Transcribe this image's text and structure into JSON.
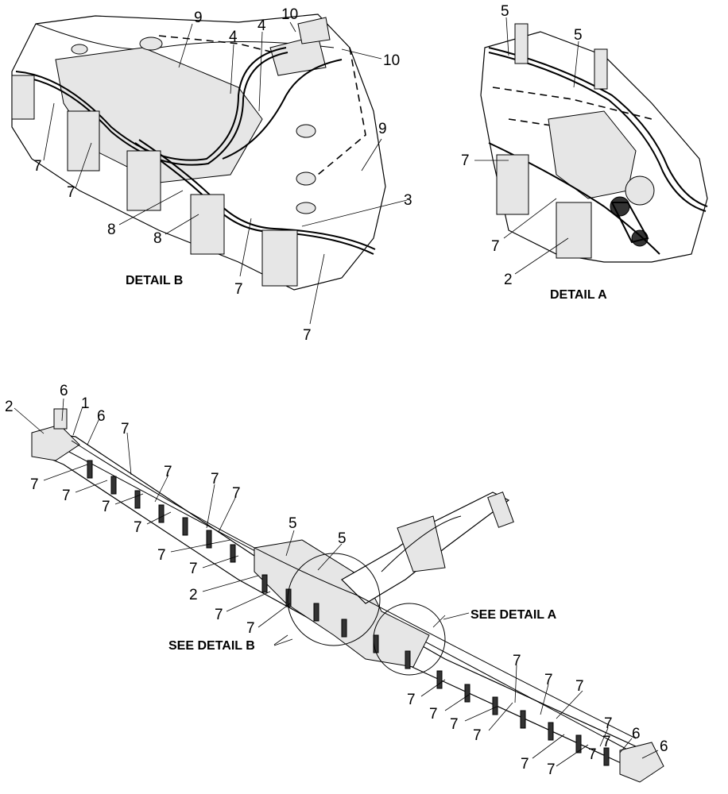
{
  "detail_b": {
    "caption": "DETAIL  B",
    "callouts": {
      "c9a": "9",
      "c4a": "4",
      "c4b": "4",
      "c10a": "10",
      "c10b": "10",
      "c9b": "9",
      "c3": "3",
      "c7a": "7",
      "c7b": "7",
      "c7c": "7",
      "c7d": "7",
      "c8a": "8",
      "c8b": "8"
    }
  },
  "detail_a": {
    "caption": "DETAIL  A",
    "callouts": {
      "c5a": "5",
      "c5b": "5",
      "c7a": "7",
      "c7b": "7",
      "c2": "2"
    }
  },
  "main_view": {
    "see_detail_a": "SEE DETAIL  A",
    "see_detail_b": "SEE DETAIL  B",
    "callouts": {
      "c6a": "6",
      "c2a": "2",
      "c1": "1",
      "c6b": "6",
      "c7_01": "7",
      "c7_02": "7",
      "c7_03": "7",
      "c7_04": "7",
      "c7_05": "7",
      "c7_06": "7",
      "c7_07": "7",
      "c7_08": "7",
      "c7_09": "7",
      "c7_10": "7",
      "c7_11": "7",
      "c7_12": "7",
      "c7_13": "7",
      "c5a": "5",
      "c5b": "5",
      "c2b": "2",
      "c7_14": "7",
      "c7_15": "7",
      "c7_16": "7",
      "c7_17": "7",
      "c7_18": "7",
      "c7_19": "7",
      "c7_20": "7",
      "c7_21": "7",
      "c7_22": "7",
      "c7_23": "7",
      "c7_24": "7",
      "c6c": "6",
      "c6d": "6"
    }
  }
}
